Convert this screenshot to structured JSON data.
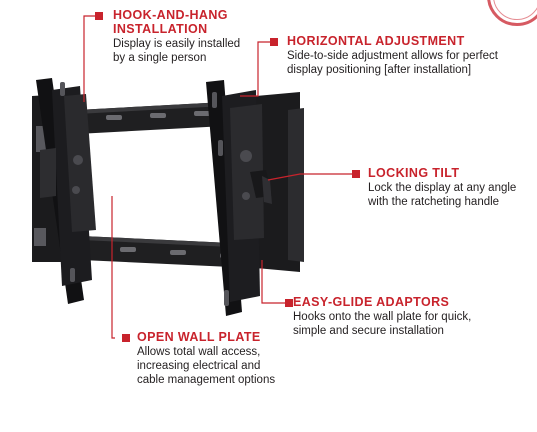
{
  "callouts": {
    "hook_and_hang": {
      "title_line1": "HOOK-AND-HANG",
      "title_line2": "INSTALLATION",
      "desc_line1": "Display is easily installed",
      "desc_line2": "by a single person"
    },
    "horizontal_adjustment": {
      "title": "HORIZONTAL ADJUSTMENT",
      "desc_line1": "Side-to-side adjustment allows for perfect",
      "desc_line2": "display positioning [after installation]"
    },
    "locking_tilt": {
      "title": "LOCKING TILT",
      "desc_line1": "Lock the display at any angle",
      "desc_line2": "with the ratcheting handle"
    },
    "easy_glide": {
      "title": "EASY-GLIDE ADAPTORS",
      "desc_line1": "Hooks onto the wall plate for quick,",
      "desc_line2": "simple and secure installation"
    },
    "open_wall_plate": {
      "title": "OPEN WALL PLATE",
      "desc_line1": "Allows total wall access,",
      "desc_line2": "increasing electrical and",
      "desc_line3": "cable management options"
    }
  },
  "colors": {
    "accent": "#c8232c",
    "text": "#231f20",
    "mount_metal": "#1c1c1e",
    "leader": "#c8232c"
  },
  "image": {
    "subject": "tilting flat-panel wall mount bracket"
  }
}
